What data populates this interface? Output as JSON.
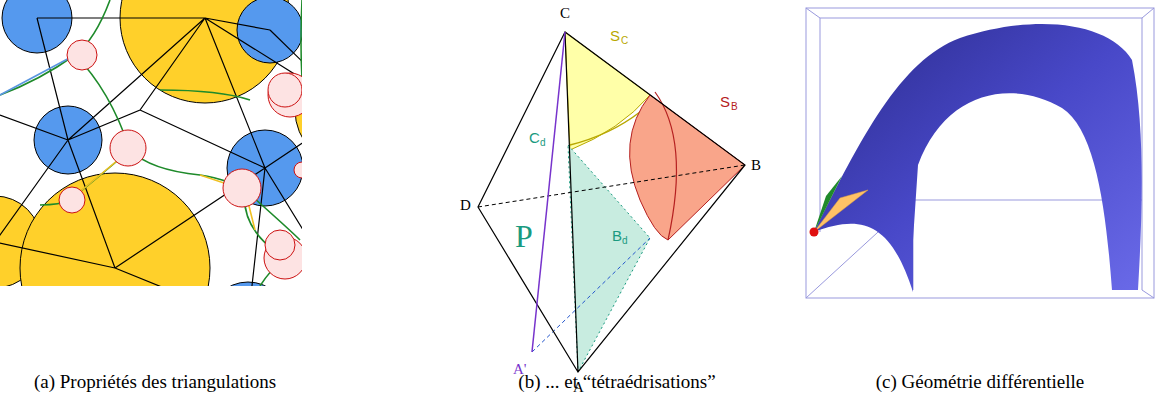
{
  "diagram": {
    "labels": [
      "C",
      "S",
      "C",
      "S",
      "B",
      "B",
      "D",
      "C",
      "d",
      "P",
      "B",
      "d",
      "A'",
      "A",
      "(a) Propriétés des triangulations",
      "(b) ... et “tétraédrisations”",
      "(c) Géométrie différentielle"
    ]
  }
}
